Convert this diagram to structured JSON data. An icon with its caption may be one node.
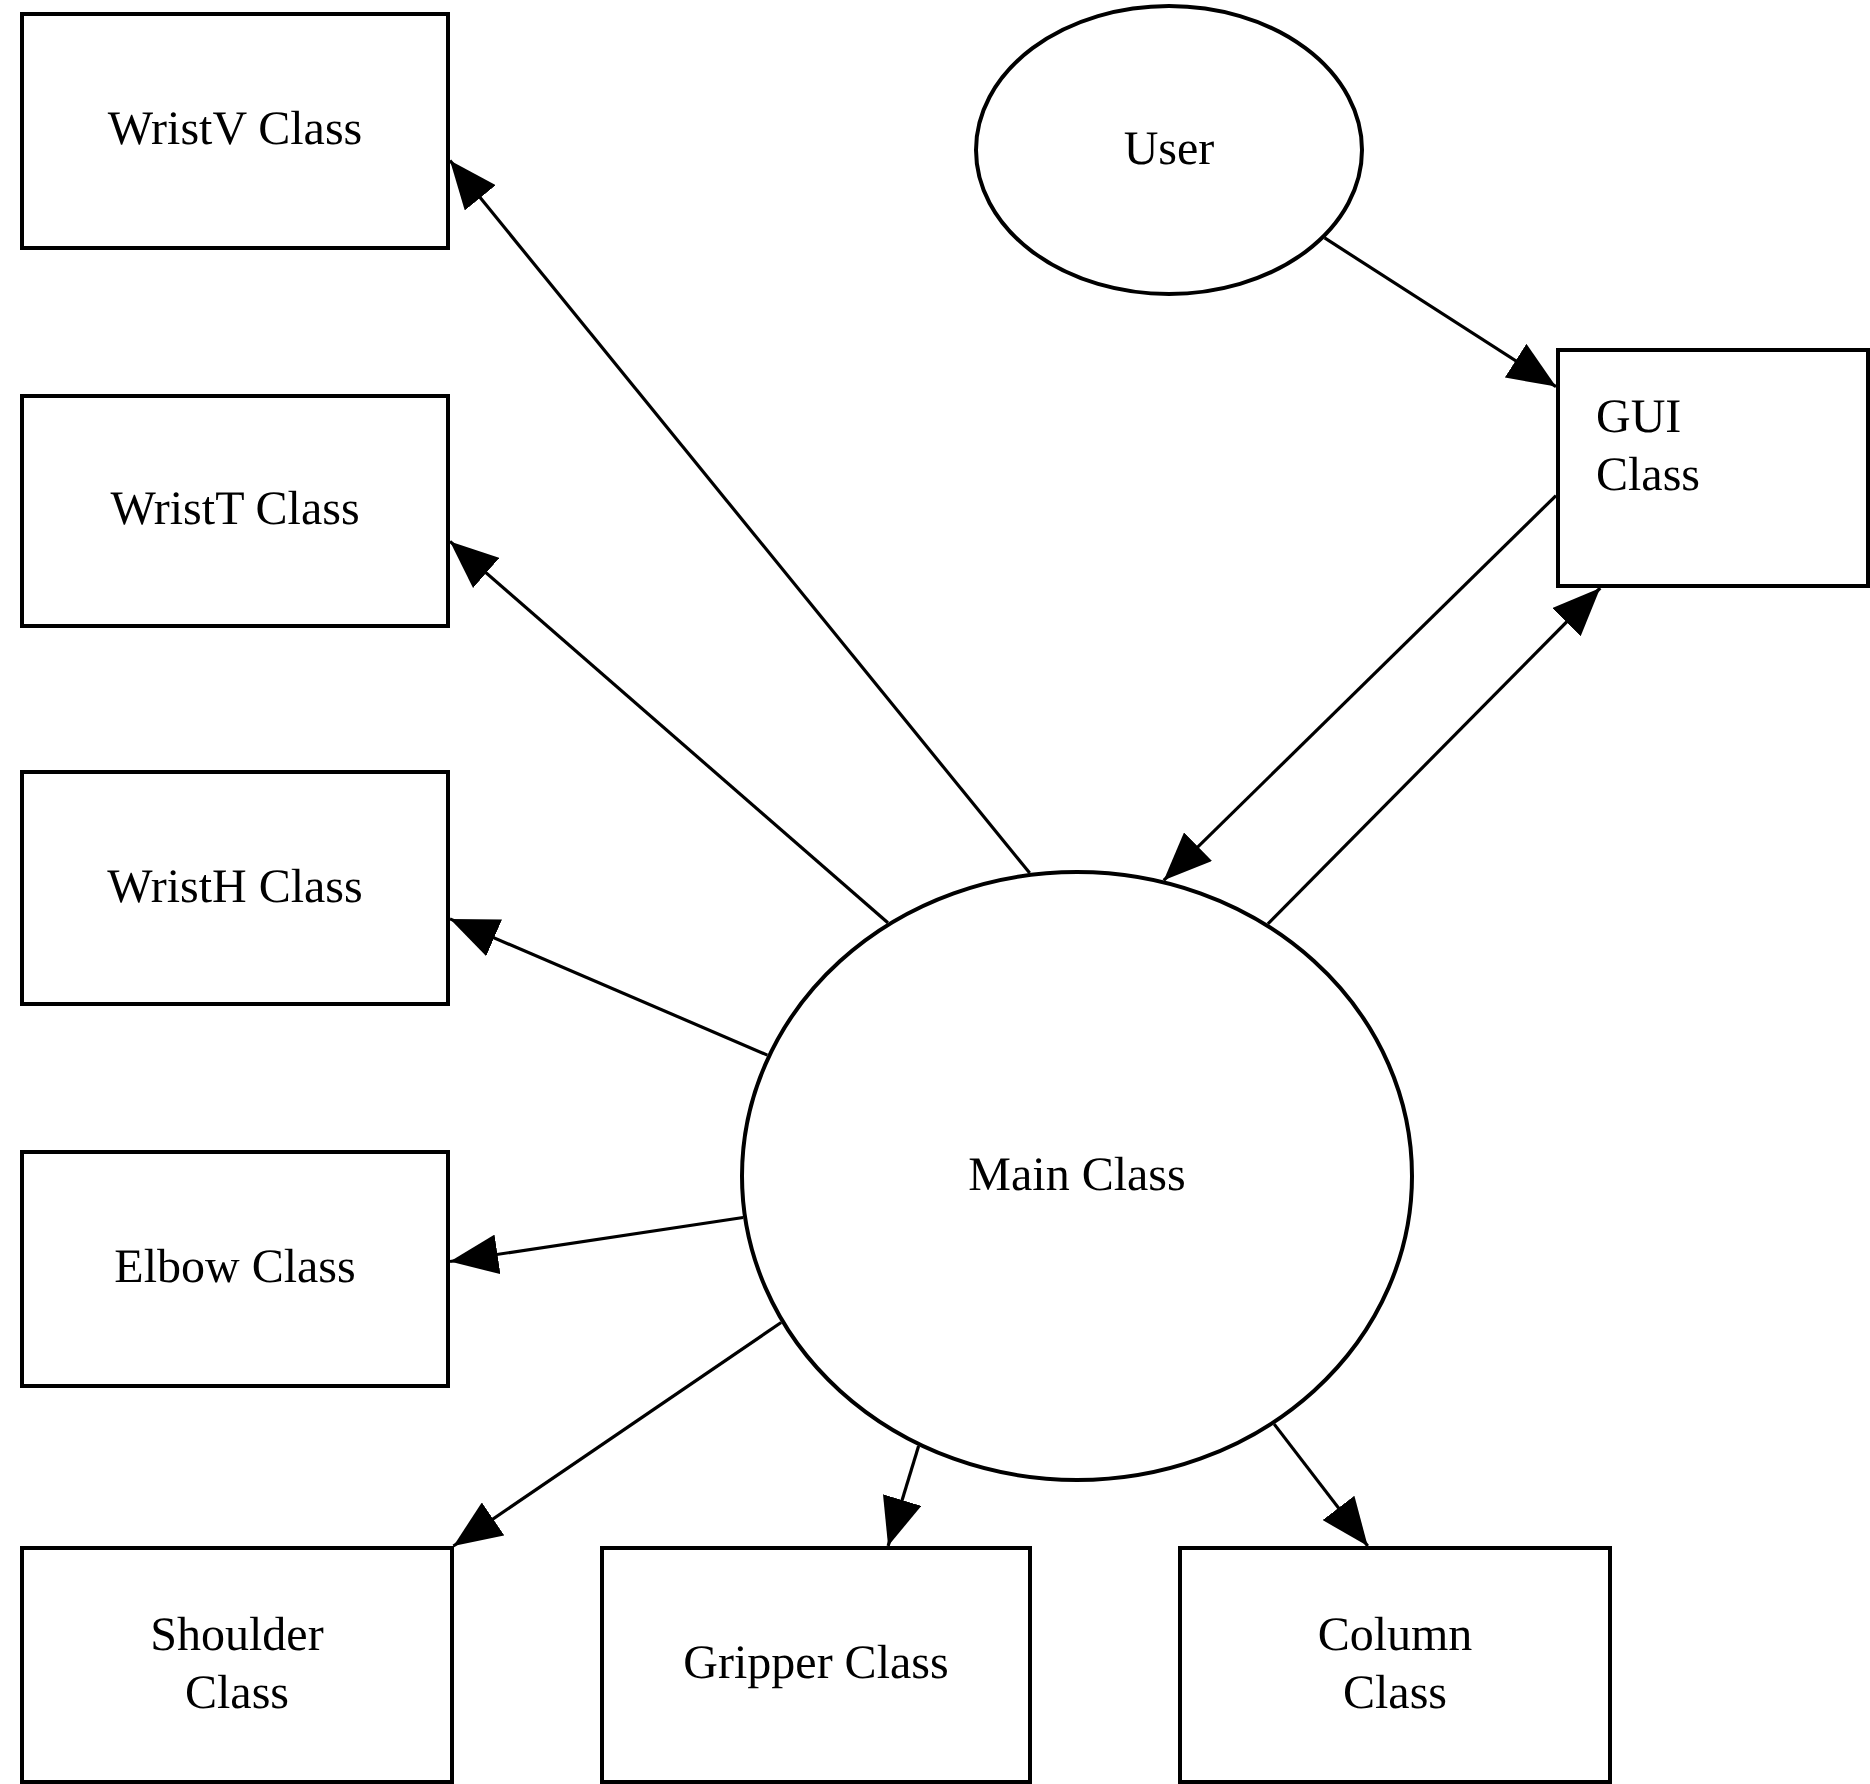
{
  "diagram": {
    "nodes": [
      {
        "text": [
          "WristV Class"
        ]
      },
      {
        "text": [
          "User"
        ]
      },
      {
        "text": [
          "WristT Class"
        ]
      },
      {
        "text": [
          "GUI Class"
        ]
      },
      {
        "text": [
          "WristH Class"
        ]
      },
      {
        "text": [
          "Main Class"
        ]
      },
      {
        "text": [
          "Elbow Class"
        ]
      },
      {
        "text": [
          "Shoulder Class"
        ]
      },
      {
        "text": [
          "Gripper Class"
        ]
      },
      {
        "text": [
          "Column Class"
        ]
      }
    ],
    "edges": [
      {
        "from": 1,
        "to": 3,
        "arrow": "to"
      },
      {
        "from": 3,
        "to": 5,
        "arrow": "to"
      },
      {
        "from": 5,
        "to": 3,
        "arrow": "to"
      },
      {
        "from": 5,
        "to": 0,
        "arrow": "to"
      },
      {
        "from": 5,
        "to": 2,
        "arrow": "to"
      },
      {
        "from": 5,
        "to": 4,
        "arrow": "to"
      },
      {
        "from": 5,
        "to": 6,
        "arrow": "to"
      },
      {
        "from": 5,
        "to": 7,
        "arrow": "to"
      },
      {
        "from": 5,
        "to": 8,
        "arrow": "to"
      },
      {
        "from": 5,
        "to": 9,
        "arrow": "to"
      }
    ]
  }
}
